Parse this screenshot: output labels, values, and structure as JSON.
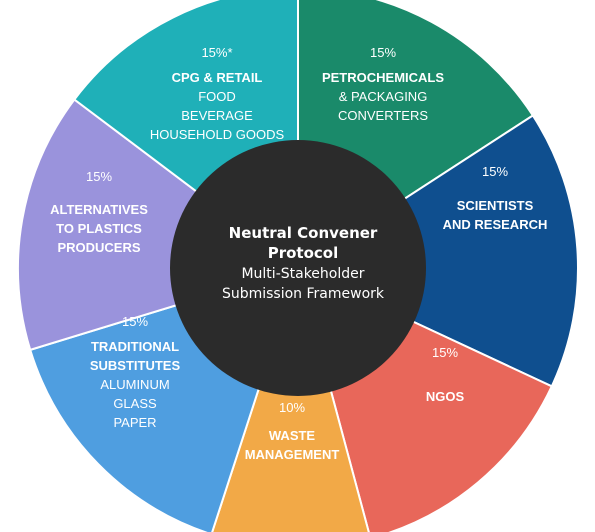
{
  "center": {
    "title_lines": [
      "Neutral Convener",
      "Protocol"
    ],
    "subtitle_lines": [
      "Multi-Stakeholder",
      "Submission Framework"
    ],
    "color": "#2b2b2b"
  },
  "segments": [
    {
      "id": "petrochemicals",
      "percent": "15%",
      "title_lines": [
        "PETROCHEMICALS"
      ],
      "sub_lines": [
        "& PACKAGING",
        "CONVERTERS"
      ],
      "color": "#1a8a6a"
    },
    {
      "id": "scientists",
      "percent": "15%",
      "title_lines": [
        "SCIENTISTS",
        "AND RESEARCH"
      ],
      "sub_lines": [],
      "color": "#0f4f8f"
    },
    {
      "id": "ngos",
      "percent": "15%",
      "title_lines": [
        "NGOS"
      ],
      "sub_lines": [],
      "color": "#e8675a"
    },
    {
      "id": "waste",
      "percent": "10%",
      "title_lines": [
        "WASTE",
        "MANAGEMENT"
      ],
      "sub_lines": [],
      "color": "#f2a947"
    },
    {
      "id": "traditional",
      "percent": "15%",
      "title_lines": [
        "TRADITIONAL",
        "SUBSTITUTES"
      ],
      "sub_lines": [
        "ALUMINUM",
        "GLASS",
        "PAPER"
      ],
      "color": "#4f9ee0"
    },
    {
      "id": "alternatives",
      "percent": "15%",
      "title_lines": [
        "ALTERNATIVES",
        "TO PLASTICS",
        "PRODUCERS"
      ],
      "sub_lines": [],
      "color": "#9a93dc"
    },
    {
      "id": "cpg",
      "percent": "15%*",
      "title_lines": [
        "CPG & RETAIL"
      ],
      "sub_lines": [
        "FOOD",
        "BEVERAGE",
        "HOUSEHOLD GOODS"
      ],
      "color": "#1fb0b8"
    }
  ]
}
